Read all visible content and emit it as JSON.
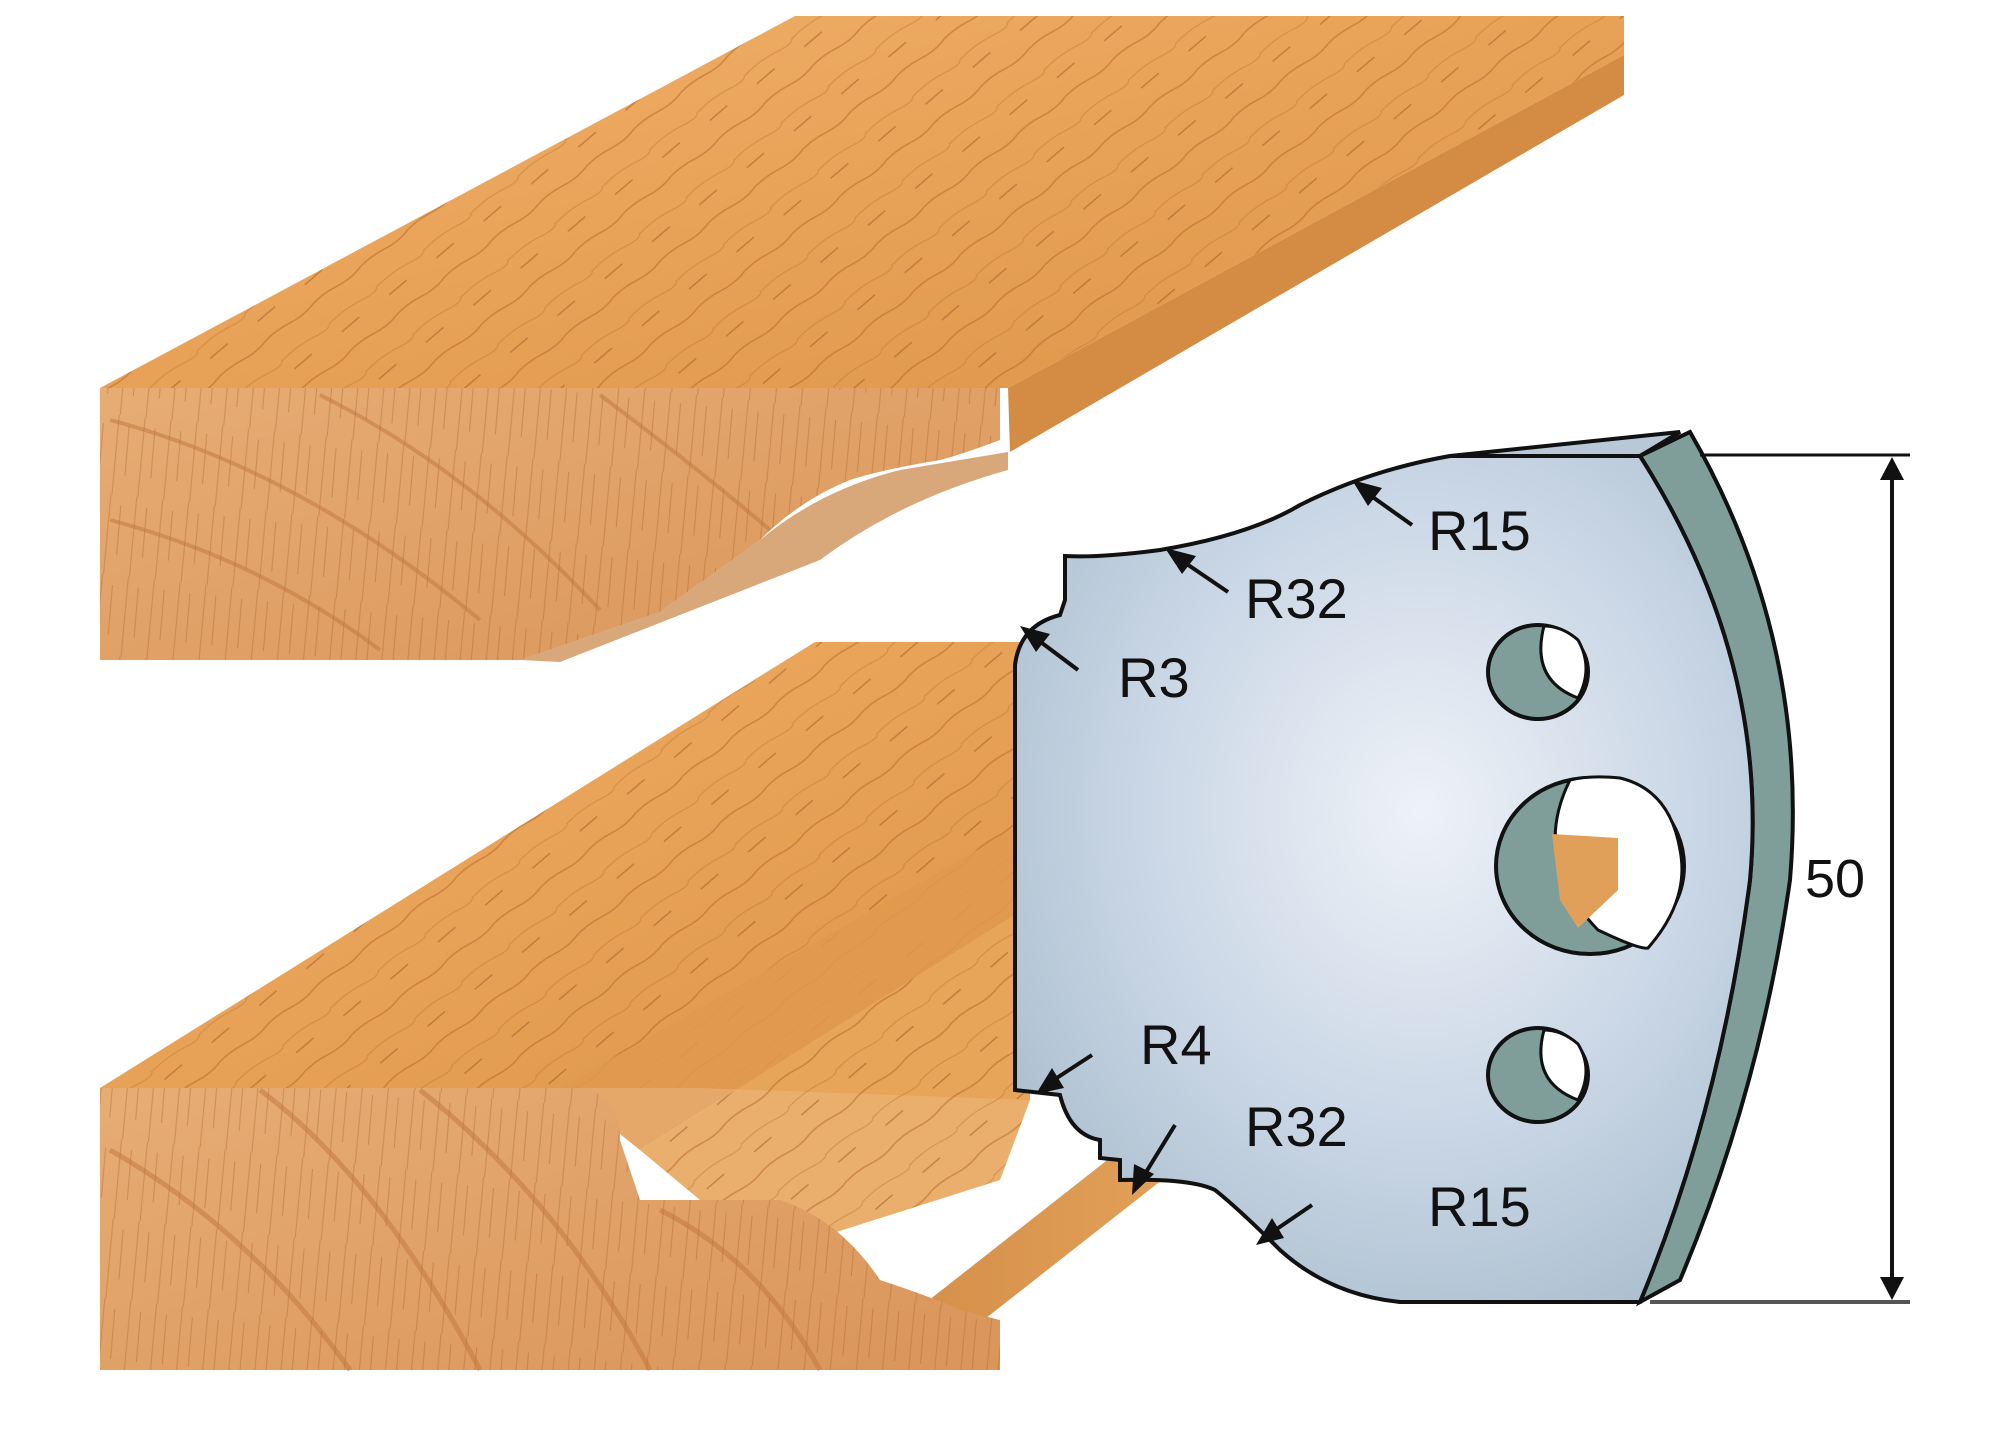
{
  "diagram": {
    "type": "profile-knife-technical-drawing",
    "colors": {
      "wood_top": "#e9a45c",
      "wood_end_grain": "#e3a46a",
      "wood_grain_line": "#b8672a",
      "wood_shadow": "#c9853f",
      "knife_face": "#c4d2e2",
      "knife_face_light": "#e8eef6",
      "knife_edge": "#7f9e99",
      "outline": "#111111",
      "background": "#ffffff"
    },
    "workpieces": [
      {
        "name": "upper-workpiece",
        "description": "Board with concave (cove) profile cut on right edge"
      },
      {
        "name": "lower-workpiece",
        "description": "Board with ogee/bead molding profile matching the knife"
      }
    ],
    "knife": {
      "holes": 3,
      "radius_labels": [
        {
          "id": "top_r15",
          "text": "R15"
        },
        {
          "id": "top_r32",
          "text": "R32"
        },
        {
          "id": "top_r3",
          "text": "R3"
        },
        {
          "id": "bottom_r4",
          "text": "R4"
        },
        {
          "id": "bottom_r32",
          "text": "R32"
        },
        {
          "id": "bottom_r15",
          "text": "R15"
        }
      ]
    },
    "dimension": {
      "value": "50",
      "orientation": "vertical"
    }
  }
}
